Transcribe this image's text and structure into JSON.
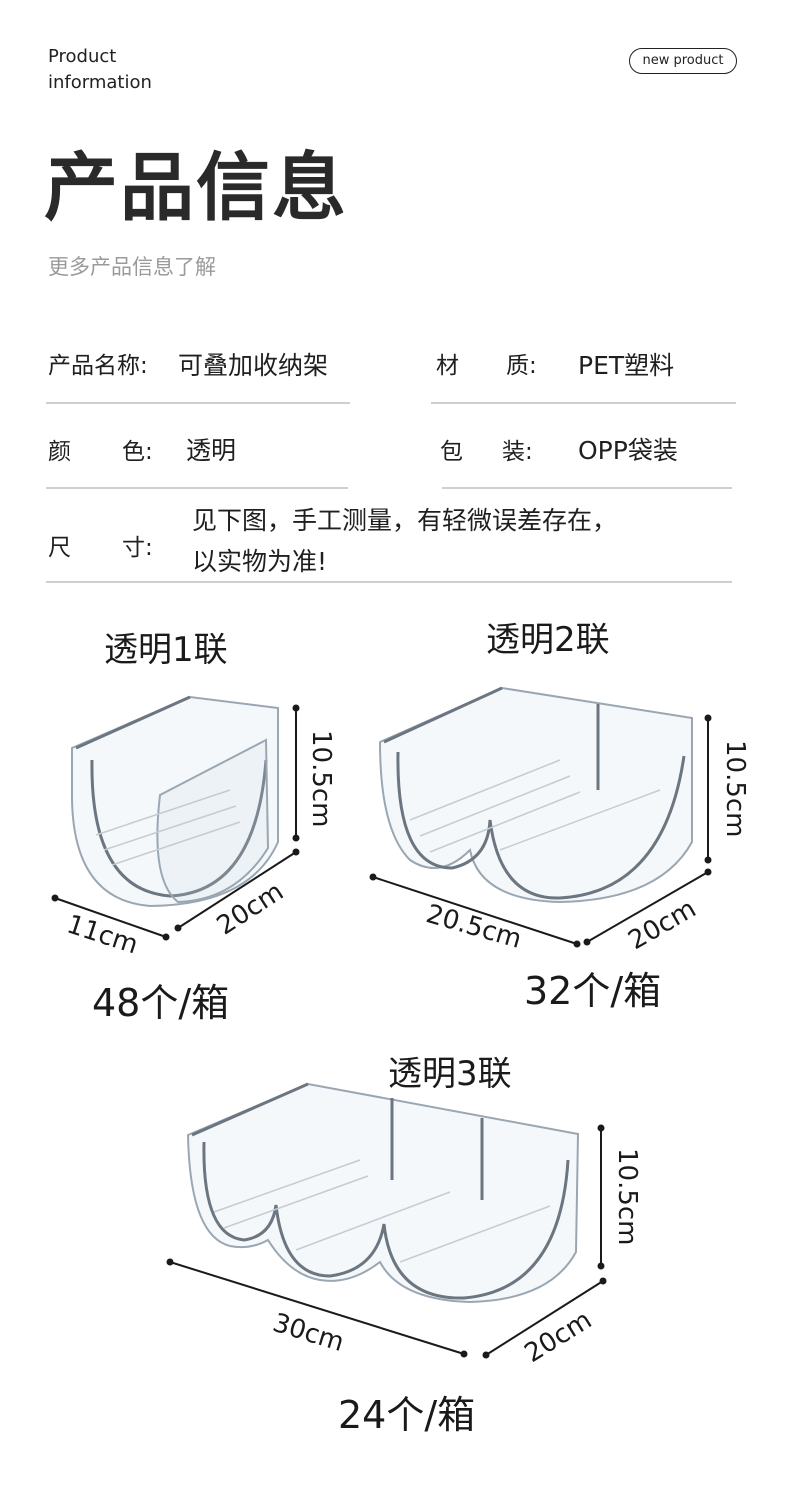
{
  "header": {
    "brand_line1": "Product",
    "brand_line2": "information",
    "badge": "new product",
    "title": "产品信息",
    "subtitle": "更多产品信息了解"
  },
  "specs": {
    "name_label": "产品名称:",
    "name_value": "可叠加收纳架",
    "material_label_1": "材",
    "material_label_2": "质:",
    "material_value": "PET塑料",
    "color_label_1": "颜",
    "color_label_2": "色:",
    "color_value": "透明",
    "package_label_1": "包",
    "package_label_2": "装:",
    "package_value": "OPP袋装",
    "size_label_1": "尺",
    "size_label_2": "寸:",
    "size_value_line1": "见下图，手工测量，有轻微误差存在，",
    "size_value_line2": "以实物为准!"
  },
  "variants": [
    {
      "title": "透明1联",
      "height": "10.5cm",
      "width": "11cm",
      "depth": "20cm",
      "count": "48个/箱"
    },
    {
      "title": "透明2联",
      "height": "10.5cm",
      "width": "20.5cm",
      "depth": "20cm",
      "count": "32个/箱"
    },
    {
      "title": "透明3联",
      "height": "10.5cm",
      "width": "30cm",
      "depth": "20cm",
      "count": "24个/箱"
    }
  ],
  "colors": {
    "text": "#1a1a1a",
    "muted": "#9a9a9a",
    "rule": "#cfcfcf"
  }
}
